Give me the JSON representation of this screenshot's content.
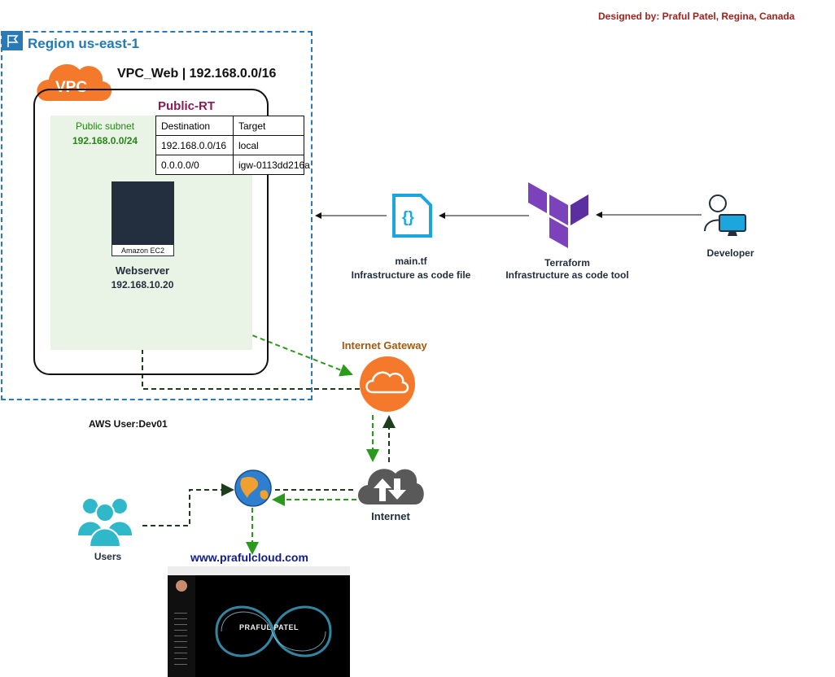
{
  "designer": "Designed by: Praful Patel, Regina, Canada",
  "region": {
    "label": "Region us-east-1",
    "icon": "flag-icon"
  },
  "vpc": {
    "label": "VPC_Web | 192.168.0.0/16",
    "icon_text": "VPC"
  },
  "subnet": {
    "title": "Public subnet",
    "cidr": "192.168.0.0/24",
    "icon": "lock-icon"
  },
  "route_table": {
    "title": "Public-RT",
    "headers": [
      "Destination",
      "Target"
    ],
    "rows": [
      [
        "192.168.0.0/16",
        "local"
      ],
      [
        "0.0.0.0/0",
        "igw-0113dd216a"
      ]
    ]
  },
  "ec2": {
    "caption": "Amazon EC2",
    "title": "Webserver",
    "ip": "192.168.10.20"
  },
  "aws_user": "AWS User:Dev01",
  "internet_gateway": {
    "label": "Internet Gateway"
  },
  "main_tf": {
    "name": "main.tf",
    "desc": "Infrastructure as code file"
  },
  "terraform": {
    "name": "Terraform",
    "desc": "Infrastructure as code tool"
  },
  "developer": {
    "label": "Developer"
  },
  "internet": {
    "label": "Internet"
  },
  "users": {
    "label": "Users"
  },
  "website": {
    "label": "www.prafulcloud.com",
    "hero": "PRAFUL PATEL"
  },
  "colors": {
    "region_border": "#2a7ab8",
    "vpc_icon": "#f4792b",
    "subnet_fill": "#e9f3e6",
    "subnet_text": "#248814",
    "route_table_title": "#8b1a55",
    "igw": "#f4792b",
    "terraform": "#7b42bc",
    "iac_file": "#1ba7dd",
    "arrows_green": "#2a9a1a",
    "arrows_dark": "#1d3d1d"
  }
}
